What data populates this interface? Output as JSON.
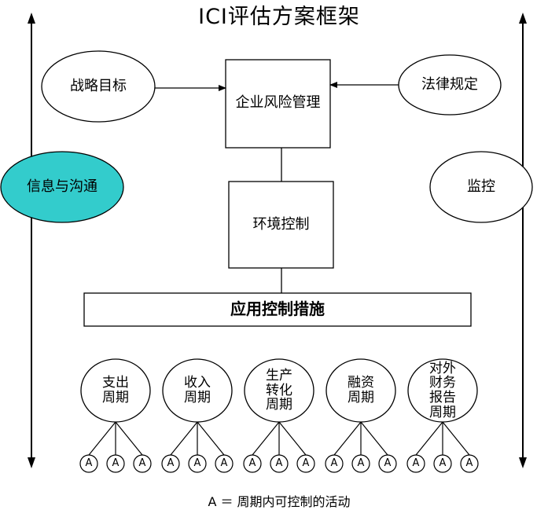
{
  "title": "ICI评估方案框架",
  "nodes": {
    "strategic_goals": "战略目标",
    "erm": "企业风险管理",
    "legal": "法律规定",
    "info_comm": "信息与沟通",
    "monitoring": "监控",
    "env_control": "环境控制",
    "app_controls": "应用控制措施"
  },
  "cycles": [
    {
      "label": "支出\n周期"
    },
    {
      "label": "收入\n周期"
    },
    {
      "label": "生产\n转化\n周期"
    },
    {
      "label": "融资\n周期"
    },
    {
      "label": "对外\n财务\n报告\n周期"
    }
  ],
  "activity_symbol": "A",
  "legend": "A ＝ 周期内可控制的活动",
  "colors": {
    "info_comm_fill": "#33cccc",
    "stroke": "#000000",
    "background": "#ffffff"
  }
}
